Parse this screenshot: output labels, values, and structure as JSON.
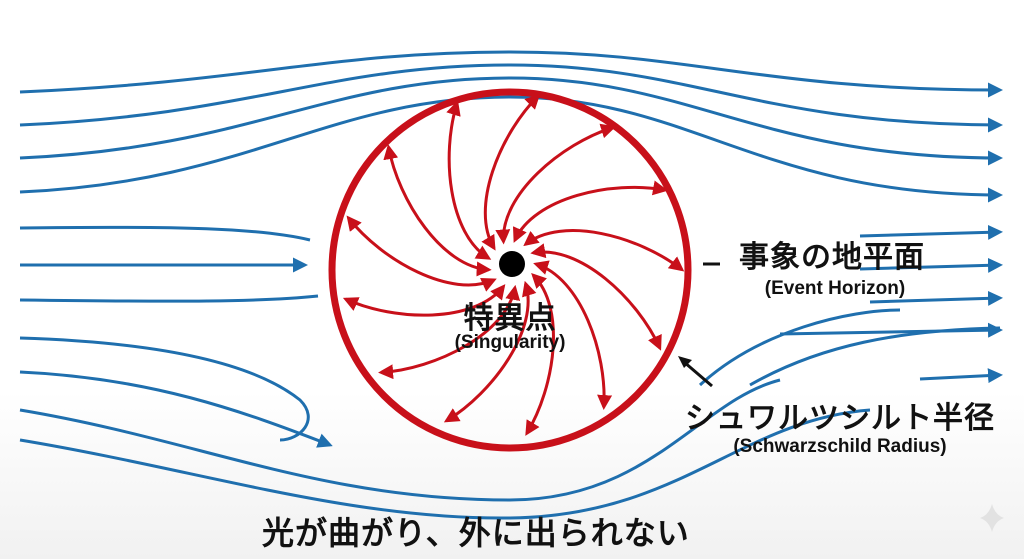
{
  "labels": {
    "singularity_jp": "特異点",
    "singularity_en": "(Singularity)",
    "event_horizon_jp": "事象の地平面",
    "event_horizon_en": "(Event Horizon)",
    "schwarzschild_jp": "シュワルツシルト半径",
    "schwarzschild_en": "(Schwarzschild Radius)",
    "caption": "光が曲がり、外に出られない"
  },
  "colors": {
    "light_rays": "#1f6fae",
    "horizon": "#c8101a",
    "singularity": "#000000",
    "text": "#111111"
  }
}
